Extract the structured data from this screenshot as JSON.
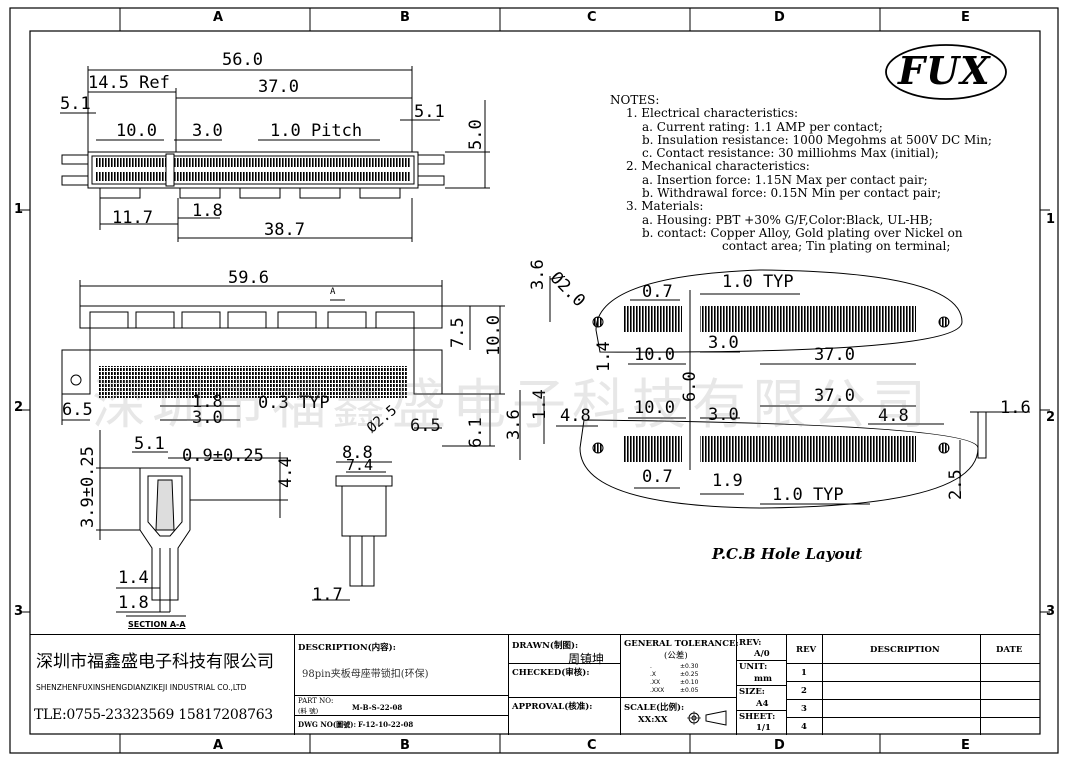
{
  "zones": {
    "cols": [
      "A",
      "B",
      "C",
      "D",
      "E"
    ],
    "rows": [
      "1",
      "2",
      "3"
    ]
  },
  "logo": "FUX",
  "notes": {
    "heading": "NOTES:",
    "lines": [
      "1. Electrical characteristics:",
      "a. Current rating: 1.1 AMP per contact;",
      "b. Insulation resistance: 1000 Megohms at 500V DC Min;",
      "c. Contact resistance: 30 milliohms Max (initial);",
      "2. Mechanical characteristics:",
      "a. Insertion force: 1.15N Max per contact pair;",
      "b. Withdrawal force: 0.15N Min per contact pair;",
      "3. Materials:",
      "a. Housing: PBT +30% G/F,Color:Black, UL-HB;",
      "b. contact: Copper Alloy, Gold plating over Nickel on",
      "contact area; Tin plating on terminal;"
    ]
  },
  "top_view_dims": {
    "overall": "56.0",
    "ref": "14.5 Ref",
    "span": "37.0",
    "left_offset": "5.1",
    "right_offset": "5.1",
    "key_width": "10.0",
    "key_gap": "3.0",
    "pitch": "1.0 Pitch",
    "height": "5.0",
    "bottom_left": "11.7",
    "bottom_gap": "1.8",
    "bottom_span": "38.7"
  },
  "front_view_dims": {
    "overall": "59.6",
    "height_a": "7.5",
    "height_b": "10.0",
    "left_width": "6.5",
    "tail_a": "1.8",
    "tail_b": "3.0",
    "tail_c": "0.3 TYP",
    "right_width": "6.5",
    "right_height": "6.1",
    "hole_dia": "Ø2.5",
    "section_mark": "A"
  },
  "section_dims": {
    "height": "3.9±0.25",
    "width_top": "5.1",
    "gap": "0.9±0.25",
    "depth": "4.4",
    "tail_width": "1.4",
    "tail_pitch": "1.8",
    "label": "SECTION A-A"
  },
  "side_dims": {
    "width": "8.8",
    "inner": "7.4",
    "foot": "1.7"
  },
  "pcb_dims": {
    "hole_y": "3.6",
    "hole_dia": "Ø2.0",
    "pitch_top": "1.0 TYP",
    "pad_w": "0.7",
    "row_gap": "1.4",
    "key_a": "10.0",
    "key_b": "3.0",
    "span_a": "37.0",
    "mid_gap": "6.0",
    "key_c": "10.0",
    "key_d": "3.0",
    "span_b": "37.0",
    "edge_a": "4.8",
    "edge_b": "4.8",
    "left_a": "3.6",
    "left_b": "1.4",
    "pad_w2": "0.7",
    "stagger": "1.9",
    "pitch_bottom": "1.0 TYP",
    "right_h": "2.5",
    "right_w": "1.6",
    "title": "P.C.B Hole Layout"
  },
  "watermark": "深圳市福鑫盛电子科技有限公司",
  "title_block": {
    "company_cn": "深圳市福鑫盛电子科技有限公司",
    "company_en": "SHENZHENFUXINSHENGDIANZIKEJI INDUSTRIAL CO.,LTD",
    "phone": "TLE:0755-23323569  15817208763",
    "description_label": "DESCRIPTION(内容):",
    "description_value": "98pin夹板母座带锁扣(环保)",
    "part_no_label": "PART NO:",
    "part_no_sub": "(料    號)",
    "part_no_value": "M-B-S-22-08",
    "dwg_no_label": "DWG NO(圖號):",
    "dwg_no_value": "F-12-10-22-08",
    "drawn_label": "DRAWN(制图):",
    "drawn_value": "周镇坤",
    "checked_label": "CHECKED(审核):",
    "approval_label": "APPROVAL(核准):",
    "tolerance_label": "GENERAL TOLERANCE:",
    "tolerance_sub": "(公差)",
    "tol_rows": [
      {
        "k": ".",
        "v": "±0.30"
      },
      {
        "k": ".X",
        "v": "±0.25"
      },
      {
        "k": ".XX",
        "v": "±0.10"
      },
      {
        "k": ".XXX",
        "v": "±0.05"
      }
    ],
    "scale_label": "SCALE(比例):",
    "scale_value": "XX:XX",
    "rev_label": "REV:",
    "rev_value": "A/0",
    "unit_label": "UNIT:",
    "unit_value": "mm",
    "size_label": "SIZE:",
    "size_value": "A4",
    "sheet_label": "SHEET:",
    "sheet_value": "1/1",
    "rev_col": "REV",
    "desc_col": "DESCRIPTION",
    "date_col": "DATE",
    "rev_rows": [
      "1",
      "2",
      "3",
      "4"
    ]
  }
}
